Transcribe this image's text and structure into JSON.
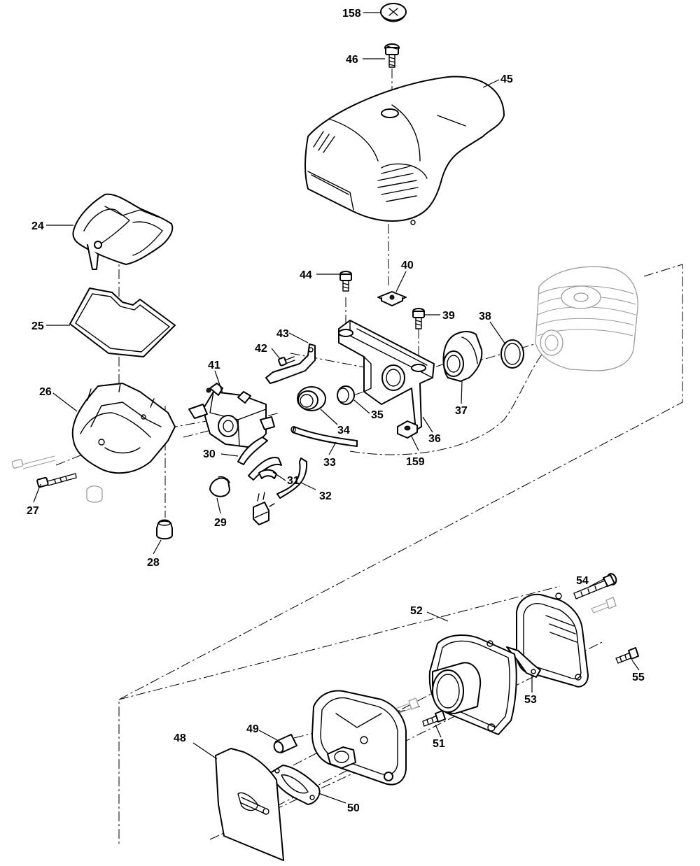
{
  "diagram": {
    "type": "exploded parts diagram",
    "callouts": [
      {
        "id": "158",
        "label": "158"
      },
      {
        "id": "46",
        "label": "46"
      },
      {
        "id": "45",
        "label": "45"
      },
      {
        "id": "24",
        "label": "24"
      },
      {
        "id": "25",
        "label": "25"
      },
      {
        "id": "26",
        "label": "26"
      },
      {
        "id": "27",
        "label": "27"
      },
      {
        "id": "28",
        "label": "28"
      },
      {
        "id": "29",
        "label": "29"
      },
      {
        "id": "30",
        "label": "30"
      },
      {
        "id": "31",
        "label": "31"
      },
      {
        "id": "32",
        "label": "32"
      },
      {
        "id": "33",
        "label": "33"
      },
      {
        "id": "34",
        "label": "34"
      },
      {
        "id": "35",
        "label": "35"
      },
      {
        "id": "36",
        "label": "36"
      },
      {
        "id": "37",
        "label": "37"
      },
      {
        "id": "38",
        "label": "38"
      },
      {
        "id": "39",
        "label": "39"
      },
      {
        "id": "40",
        "label": "40"
      },
      {
        "id": "41",
        "label": "41"
      },
      {
        "id": "42",
        "label": "42"
      },
      {
        "id": "43",
        "label": "43"
      },
      {
        "id": "44",
        "label": "44"
      },
      {
        "id": "159",
        "label": "159"
      },
      {
        "id": "48",
        "label": "48"
      },
      {
        "id": "49",
        "label": "49"
      },
      {
        "id": "50",
        "label": "50"
      },
      {
        "id": "51",
        "label": "51"
      },
      {
        "id": "52",
        "label": "52"
      },
      {
        "id": "53",
        "label": "53"
      },
      {
        "id": "54",
        "label": "54"
      },
      {
        "id": "55",
        "label": "55"
      }
    ]
  }
}
